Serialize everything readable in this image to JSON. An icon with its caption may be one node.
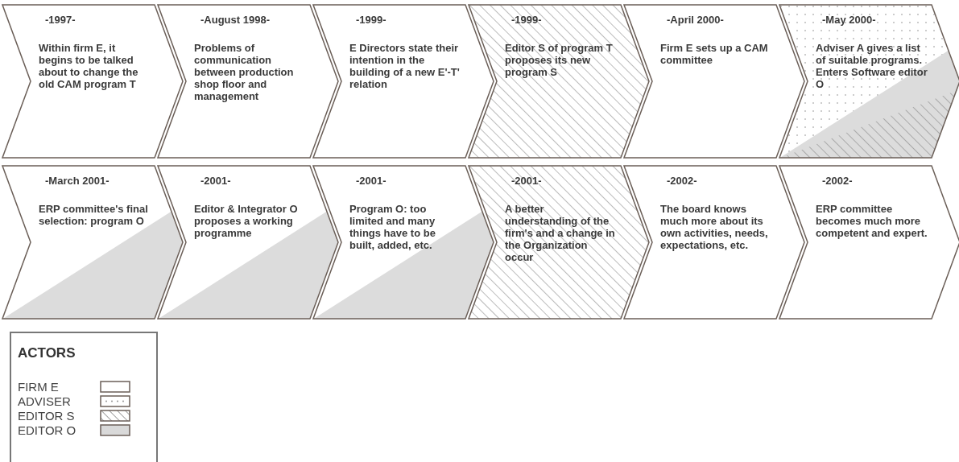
{
  "diagram": {
    "nodes": [
      {
        "text": [
          "-1997-",
          "Within firm E, it begins to be talked about to change the old CAM program T"
        ]
      },
      {
        "text": [
          "-August 1998-",
          "Problems of communication between production shop floor and management"
        ]
      },
      {
        "text": [
          "-1999-",
          "E Directors state their intention in the building of a new E'-T' relation"
        ]
      },
      {
        "text": [
          "-1999-",
          "Editor S of program T proposes its new program S"
        ]
      },
      {
        "text": [
          "-April 2000-",
          "Firm E sets up a CAM committee"
        ]
      },
      {
        "text": [
          "-May 2000-",
          "Adviser A gives a list of suitable programs. Enters Software editor O"
        ]
      },
      {
        "text": [
          "-March 2001-",
          "ERP committee's final selection: program O"
        ]
      },
      {
        "text": [
          "-2001-",
          "Editor & Integrator O proposes a working programme"
        ]
      },
      {
        "text": [
          "-2001-",
          "Program O: too limited and many things have to be built, added, etc."
        ]
      },
      {
        "text": [
          "-2001-",
          "A better understanding of the firm's and a change in the Organization occur"
        ]
      },
      {
        "text": [
          "-2002-",
          "The board knows much more about its own activities, needs, expectations, etc."
        ]
      },
      {
        "text": [
          "-2002-",
          "ERP committee becomes much more competent and expert."
        ]
      }
    ],
    "edges": [],
    "labels": [
      "ACTORS"
    ],
    "legend": [
      {
        "text": "FIRM E"
      },
      {
        "text": "ADVISER"
      },
      {
        "text": "EDITOR S"
      },
      {
        "text": "EDITOR O",
        "color": "#d9d9d9"
      }
    ]
  }
}
